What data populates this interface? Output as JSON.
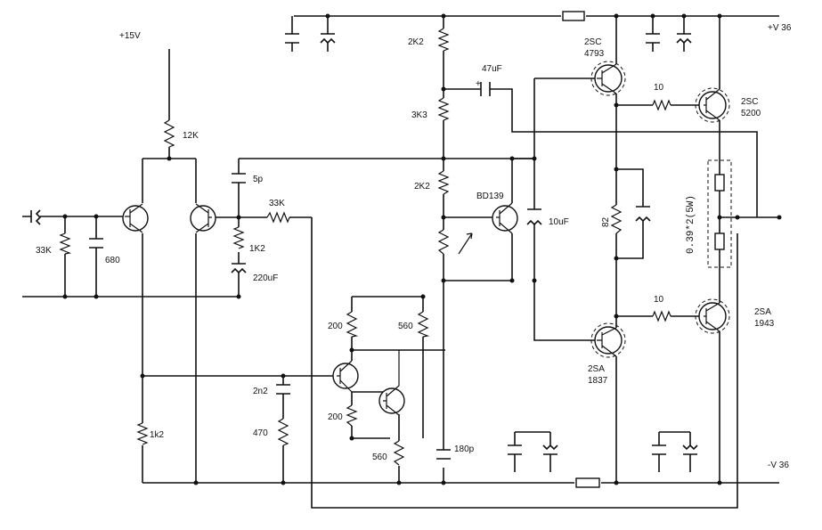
{
  "labels": {
    "plus15": "+15V",
    "r12k": "12K",
    "c5p": "5p",
    "r33k_fb": "33K",
    "r1k2_fb": "1K2",
    "c220": "220uF",
    "r33k_in": "33K",
    "c680": "680",
    "r2k2_top": "2K2",
    "c47": "47uF",
    "r3k3": "3K3",
    "r2k2_mid": "2K2",
    "bd139": "BD139",
    "c10uf": "10uF",
    "r82": "82",
    "q_2sc4793_a": "2SC",
    "q_2sc4793_b": "4793",
    "r10_top": "10",
    "q_2sc5200_a": "2SC",
    "q_2sc5200_b": "5200",
    "remitter": "0.39*2(5W)",
    "vplus": "+V 36",
    "r10_bot": "10",
    "q_2sa1943_a": "2SA",
    "q_2sa1943_b": "1943",
    "q_2sa1837_a": "2SA",
    "q_2sa1837_b": "1837",
    "vminus": "-V 36",
    "r200_top": "200",
    "r560_top": "560",
    "r200_bot": "200",
    "r560_bot": "560",
    "c2n2": "2n2",
    "r470": "470",
    "r1k2_tail": "1k2",
    "c180p": "180p",
    "plus_sign": "+"
  }
}
